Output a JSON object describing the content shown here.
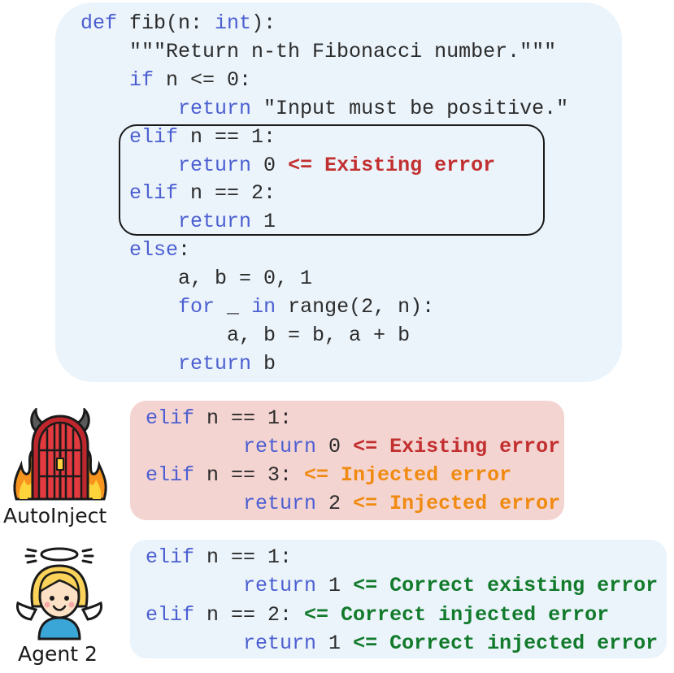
{
  "main_code": [
    {
      "segments": [
        {
          "t": "def",
          "k": true
        },
        {
          "t": " fib(n: "
        },
        {
          "t": "int",
          "k": true
        },
        {
          "t": "):"
        }
      ]
    },
    {
      "segments": [
        {
          "t": "    \"\"\"Return n-th Fibonacci number.\"\"\""
        }
      ]
    },
    {
      "segments": [
        {
          "t": "    "
        },
        {
          "t": "if",
          "k": true
        },
        {
          "t": " n <= 0:"
        }
      ]
    },
    {
      "segments": [
        {
          "t": "        "
        },
        {
          "t": "return",
          "k": true
        },
        {
          "t": " \"Input must be positive.\""
        }
      ]
    },
    {
      "segments": [
        {
          "t": "    "
        },
        {
          "t": "elif",
          "k": true
        },
        {
          "t": " n == 1:"
        }
      ]
    },
    {
      "segments": [
        {
          "t": "        "
        },
        {
          "t": "return",
          "k": true
        },
        {
          "t": " 0 "
        },
        {
          "t": "<= Existing error",
          "a": "red"
        }
      ]
    },
    {
      "segments": [
        {
          "t": "    "
        },
        {
          "t": "elif",
          "k": true
        },
        {
          "t": " n == 2:"
        }
      ]
    },
    {
      "segments": [
        {
          "t": "        "
        },
        {
          "t": "return",
          "k": true
        },
        {
          "t": " 1"
        }
      ]
    },
    {
      "segments": [
        {
          "t": "    "
        },
        {
          "t": "else",
          "k": true
        },
        {
          "t": ":"
        }
      ]
    },
    {
      "segments": [
        {
          "t": "        a, b = 0, 1"
        }
      ]
    },
    {
      "segments": [
        {
          "t": "        "
        },
        {
          "t": "for",
          "k": true
        },
        {
          "t": " _ "
        },
        {
          "t": "in",
          "k": true
        },
        {
          "t": " range(2, n):"
        }
      ]
    },
    {
      "segments": [
        {
          "t": "            a, b = b, a + b"
        }
      ]
    },
    {
      "segments": [
        {
          "t": "        "
        },
        {
          "t": "return",
          "k": true
        },
        {
          "t": " b"
        }
      ]
    }
  ],
  "inject_code": [
    {
      "segments": [
        {
          "t": "elif",
          "k": true
        },
        {
          "t": " n == 1:"
        }
      ]
    },
    {
      "segments": [
        {
          "t": "        "
        },
        {
          "t": "return",
          "k": true
        },
        {
          "t": " 0 "
        },
        {
          "t": "<= Existing error",
          "a": "red"
        }
      ]
    },
    {
      "segments": [
        {
          "t": "elif",
          "k": true
        },
        {
          "t": " n == 3: "
        },
        {
          "t": "<= Injected error",
          "a": "orange"
        }
      ]
    },
    {
      "segments": [
        {
          "t": "        "
        },
        {
          "t": "return",
          "k": true
        },
        {
          "t": " 2 "
        },
        {
          "t": "<= Injected error",
          "a": "orange"
        }
      ]
    }
  ],
  "agent_code": [
    {
      "segments": [
        {
          "t": "elif",
          "k": true
        },
        {
          "t": " n == 1:"
        }
      ]
    },
    {
      "segments": [
        {
          "t": "        "
        },
        {
          "t": "return",
          "k": true
        },
        {
          "t": " 1 "
        },
        {
          "t": "<= Correct existing error",
          "a": "green"
        }
      ]
    },
    {
      "segments": [
        {
          "t": "elif",
          "k": true
        },
        {
          "t": " n == 2: "
        },
        {
          "t": "<= Correct injected error",
          "a": "green"
        }
      ]
    },
    {
      "segments": [
        {
          "t": "        "
        },
        {
          "t": "return",
          "k": true
        },
        {
          "t": " 1 "
        },
        {
          "t": "<= Correct injected error",
          "a": "green"
        }
      ]
    }
  ],
  "labels": {
    "autoinject": "AutoInject",
    "agent": "Agent 2"
  },
  "icons": {
    "autoinject": "devil-gate-fire-icon",
    "agent": "angel-girl-icon"
  },
  "colors": {
    "keyword": "#4c5fd1",
    "existing_error": "#c22f2f",
    "injected_error": "#f08a10",
    "correct": "#117a2b",
    "main_panel": "#ebf4fb",
    "inject_panel": "#f4d4d1"
  }
}
